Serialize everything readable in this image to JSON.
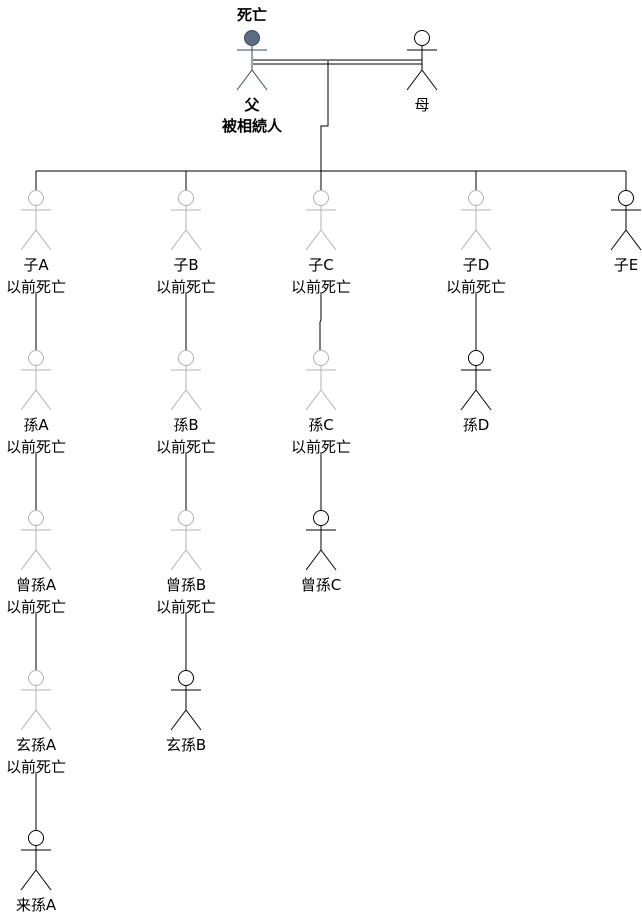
{
  "diagram": {
    "title": "相続関係図",
    "status_colors": {
      "deceased_decedent_fill": "#5b6c82",
      "deceased_decedent_stroke": "#3c4a5c",
      "predeceased_stroke": "#b3b3b3",
      "living_stroke": "#000000",
      "connector": "#000000"
    },
    "parents": {
      "father": {
        "top_label": "死亡",
        "name": "父",
        "role": "被相続人",
        "status": "deceased-decedent"
      },
      "mother": {
        "name": "母",
        "status": "living"
      }
    },
    "people": [
      {
        "id": "childA",
        "name": "子A",
        "note": "以前死亡",
        "status": "predeceased"
      },
      {
        "id": "childB",
        "name": "子B",
        "note": "以前死亡",
        "status": "predeceased"
      },
      {
        "id": "childC",
        "name": "子C",
        "note": "以前死亡",
        "status": "predeceased"
      },
      {
        "id": "childD",
        "name": "子D",
        "note": "以前死亡",
        "status": "predeceased"
      },
      {
        "id": "childE",
        "name": "子E",
        "note": "",
        "status": "living"
      },
      {
        "id": "grandA",
        "name": "孫A",
        "note": "以前死亡",
        "status": "predeceased"
      },
      {
        "id": "grandB",
        "name": "孫B",
        "note": "以前死亡",
        "status": "predeceased"
      },
      {
        "id": "grandC",
        "name": "孫C",
        "note": "以前死亡",
        "status": "predeceased"
      },
      {
        "id": "grandD",
        "name": "孫D",
        "note": "",
        "status": "living"
      },
      {
        "id": "ggA",
        "name": "曾孫A",
        "note": "以前死亡",
        "status": "predeceased"
      },
      {
        "id": "ggB",
        "name": "曾孫B",
        "note": "以前死亡",
        "status": "predeceased"
      },
      {
        "id": "ggC",
        "name": "曾孫C",
        "note": "",
        "status": "living"
      },
      {
        "id": "gggA",
        "name": "玄孫A",
        "note": "以前死亡",
        "status": "predeceased"
      },
      {
        "id": "gggB",
        "name": "玄孫B",
        "note": "",
        "status": "living"
      },
      {
        "id": "ggggA",
        "name": "来孫A",
        "note": "",
        "status": "living"
      }
    ]
  }
}
